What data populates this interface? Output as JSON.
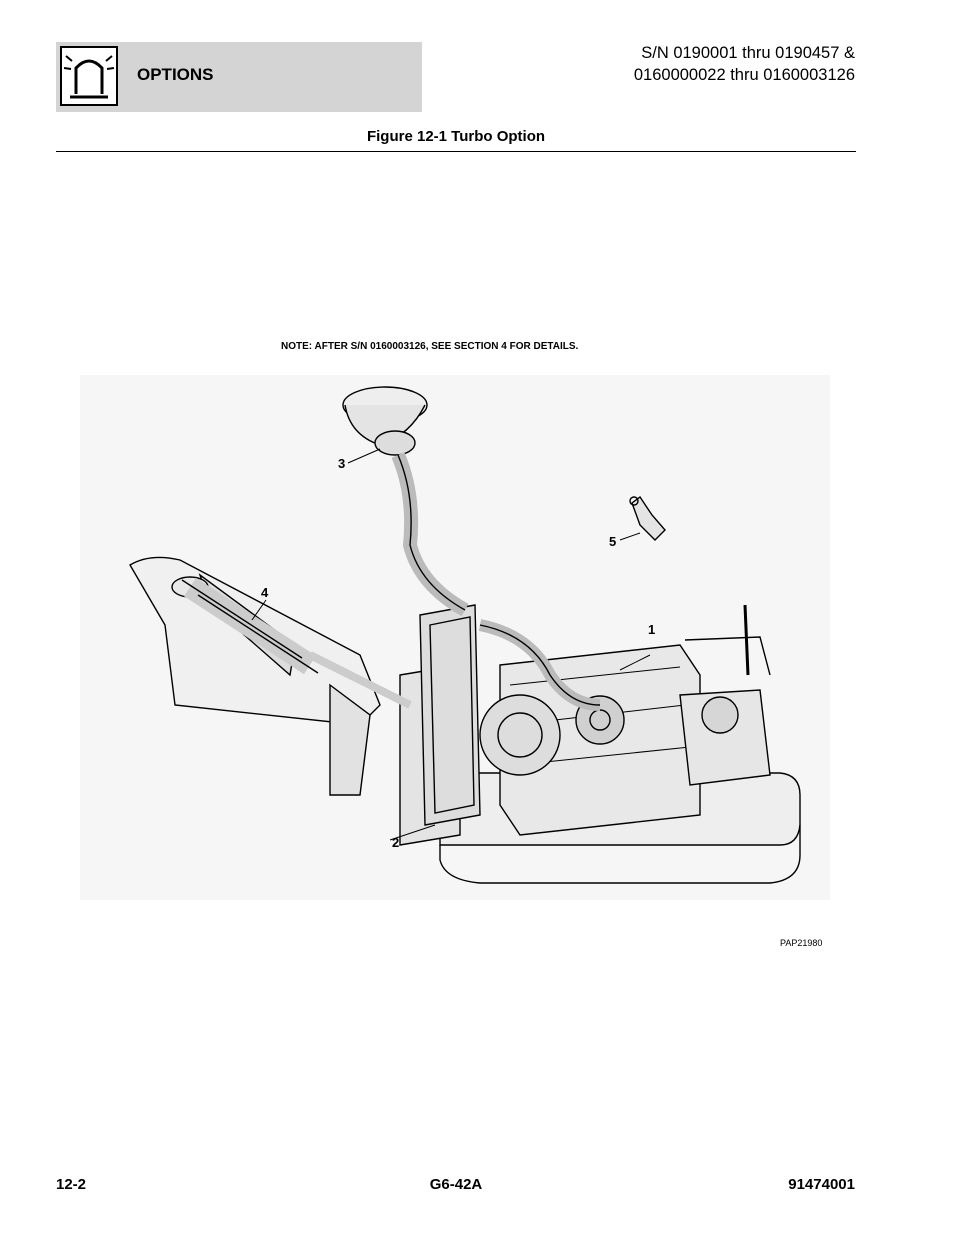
{
  "header": {
    "section_title": "OPTIONS",
    "icon": "beacon-light-icon",
    "serial_line1": "S/N 0190001 thru 0190457 &",
    "serial_line2": "0160000022 thru 0160003126"
  },
  "figure": {
    "title": "Figure 12-1 Turbo Option",
    "note": "NOTE:   AFTER S/N 0160003126, SEE SECTION 4 FOR DETAILS.",
    "illustration_code": "PAP21980",
    "callouts": [
      "1",
      "2",
      "3",
      "4",
      "5"
    ]
  },
  "footer": {
    "page_number": "12-2",
    "model": "G6-42A",
    "doc_number": "91474001"
  }
}
